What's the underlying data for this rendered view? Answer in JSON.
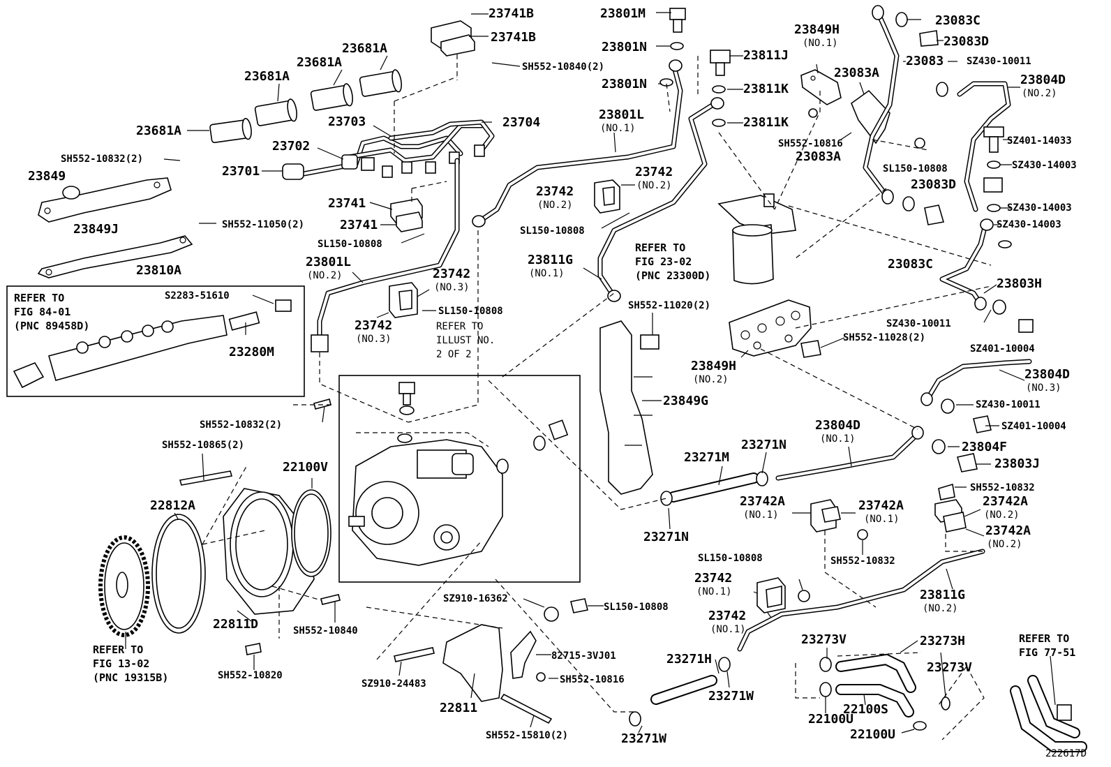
{
  "labels": {
    "p23741B_1": "23741B",
    "p23741B_2": "23741B",
    "sh552_10840_2": "SH552-10840(2)",
    "p23681A_1": "23681A",
    "p23681A_2": "23681A",
    "p23681A_3": "23681A",
    "p23681A_4": "23681A",
    "p23703": "23703",
    "p23704": "23704",
    "p23702": "23702",
    "p23701": "23701",
    "sh552_10832_2a": "SH552-10832(2)",
    "p23849": "23849",
    "p23849J": "23849J",
    "sh552_11050_2": "SH552-11050(2)",
    "p23741_1": "23741",
    "p23741_2": "23741",
    "sl150_10808_a": "SL150-10808",
    "p23810A": "23810A",
    "s2283_51610": "S2283-51610",
    "p23280M": "23280M",
    "p23801M": "23801M",
    "p23801N_1": "23801N",
    "p23801N_2": "23801N",
    "p23801L_1": "23801L",
    "p23801L_1_sub": "(NO.1)",
    "p23742_no2a": "23742",
    "p23742_no2a_sub": "(NO.2)",
    "p23742_no2b": "23742",
    "p23742_no2b_sub": "(NO.2)",
    "sl150_10808_b": "SL150-10808",
    "p23801L_2": "23801L",
    "p23801L_2_sub": "(NO.2)",
    "p23742_no3a": "23742",
    "p23742_no3a_sub": "(NO.3)",
    "p23742_no3b": "23742",
    "p23742_no3b_sub": "(NO.3)",
    "sl150_10808_c": "SL150-10808",
    "p23811G_1": "23811G",
    "p23811G_1_sub": "(NO.1)",
    "p23811J": "23811J",
    "p23811K_1": "23811K",
    "p23811K_2": "23811K",
    "p23849H_1": "23849H",
    "p23849H_1_sub": "(NO.1)",
    "p23083A_1": "23083A",
    "p23083A_2": "23083A",
    "sh552_10816_a": "SH552-10816",
    "p23083C_1": "23083C",
    "p23083D_1": "23083D",
    "p23083": "23083",
    "sz430_10011_a": "SZ430-10011",
    "p23804D_1": "23804D",
    "p23804D_1_sub": "(NO.2)",
    "sz401_14033": "SZ401-14033",
    "sz430_14003_a": "SZ430-14003",
    "sz430_14003_b": "SZ430-14003",
    "sz430_14003_c": "SZ430-14003",
    "sl150_10808_d": "SL150-10808",
    "p23083D_2": "23083D",
    "p23083C_2": "23083C",
    "p23803H": "23803H",
    "sz430_10011_b": "SZ430-10011",
    "sz401_10004_a": "SZ401-10004",
    "sh552_11028_2": "SH552-11028(2)",
    "sh552_11020_2": "SH552-11020(2)",
    "p23849H_2": "23849H",
    "p23849H_2_sub": "(NO.2)",
    "p23849G": "23849G",
    "p23804D_3": "23804D",
    "p23804D_3_sub": "(NO.3)",
    "sz430_10011_c": "SZ430-10011",
    "sz401_10004_b": "SZ401-10004",
    "p23804D_4": "23804D",
    "p23804D_4_sub": "(NO.1)",
    "p23804F": "23804F",
    "p23803J": "23803J",
    "sh552_10832_b": "SH552-10832",
    "p23271M": "23271M",
    "p23271N_1": "23271N",
    "p23271N_2": "23271N",
    "p23742A_1": "23742A",
    "p23742A_1_sub": "(NO.1)",
    "p23742A_2": "23742A",
    "p23742A_2_sub": "(NO.1)",
    "p23742A_3": "23742A",
    "p23742A_3_sub": "(NO.2)",
    "p23742A_4": "23742A",
    "p23742A_4_sub": "(NO.2)",
    "sh552_10832_c": "SH552-10832",
    "sh552_10832_2b": "SH552-10832(2)",
    "sh552_10865_2": "SH552-10865(2)",
    "p22100V": "22100V",
    "p22812A": "22812A",
    "p22811D": "22811D",
    "sh552_10840": "SH552-10840",
    "sh552_10820": "SH552-10820",
    "sz910_16362": "SZ910-16362",
    "sl150_10808_e": "SL150-10808",
    "p82715_3VJ01": "82715-3VJ01",
    "sh552_10816_b": "SH552-10816",
    "sz910_24483": "SZ910-24483",
    "p22811": "22811",
    "sh552_15810_2": "SH552-15810(2)",
    "sl150_10808_f": "SL150-10808",
    "p23742_no1a": "23742",
    "p23742_no1a_sub": "(NO.1)",
    "p23742_no1b": "23742",
    "p23742_no1b_sub": "(NO.1)",
    "p23811G_2": "23811G",
    "p23811G_2_sub": "(NO.2)",
    "p23271H": "23271H",
    "p23271W_1": "23271W",
    "p23271W_2": "23271W",
    "p23273V_1": "23273V",
    "p23273V_2": "23273V",
    "p23273H": "23273H",
    "p22100U_1": "22100U",
    "p22100U_2": "22100U",
    "p22100S": "22100S",
    "diagram_id": "222617D"
  },
  "refs": {
    "fig84": [
      "REFER TO",
      "FIG 84-01",
      "(PNC 89458D)"
    ],
    "fig23": [
      "REFER TO",
      "FIG 23-02",
      "(PNC 23300D)"
    ],
    "illust": [
      "REFER TO",
      "ILLUST NO.",
      "2 OF 2"
    ],
    "fig13": [
      "REFER TO",
      "FIG 13-02",
      "(PNC 19315B)"
    ],
    "fig77": [
      "REFER TO",
      "FIG 77-51"
    ]
  }
}
